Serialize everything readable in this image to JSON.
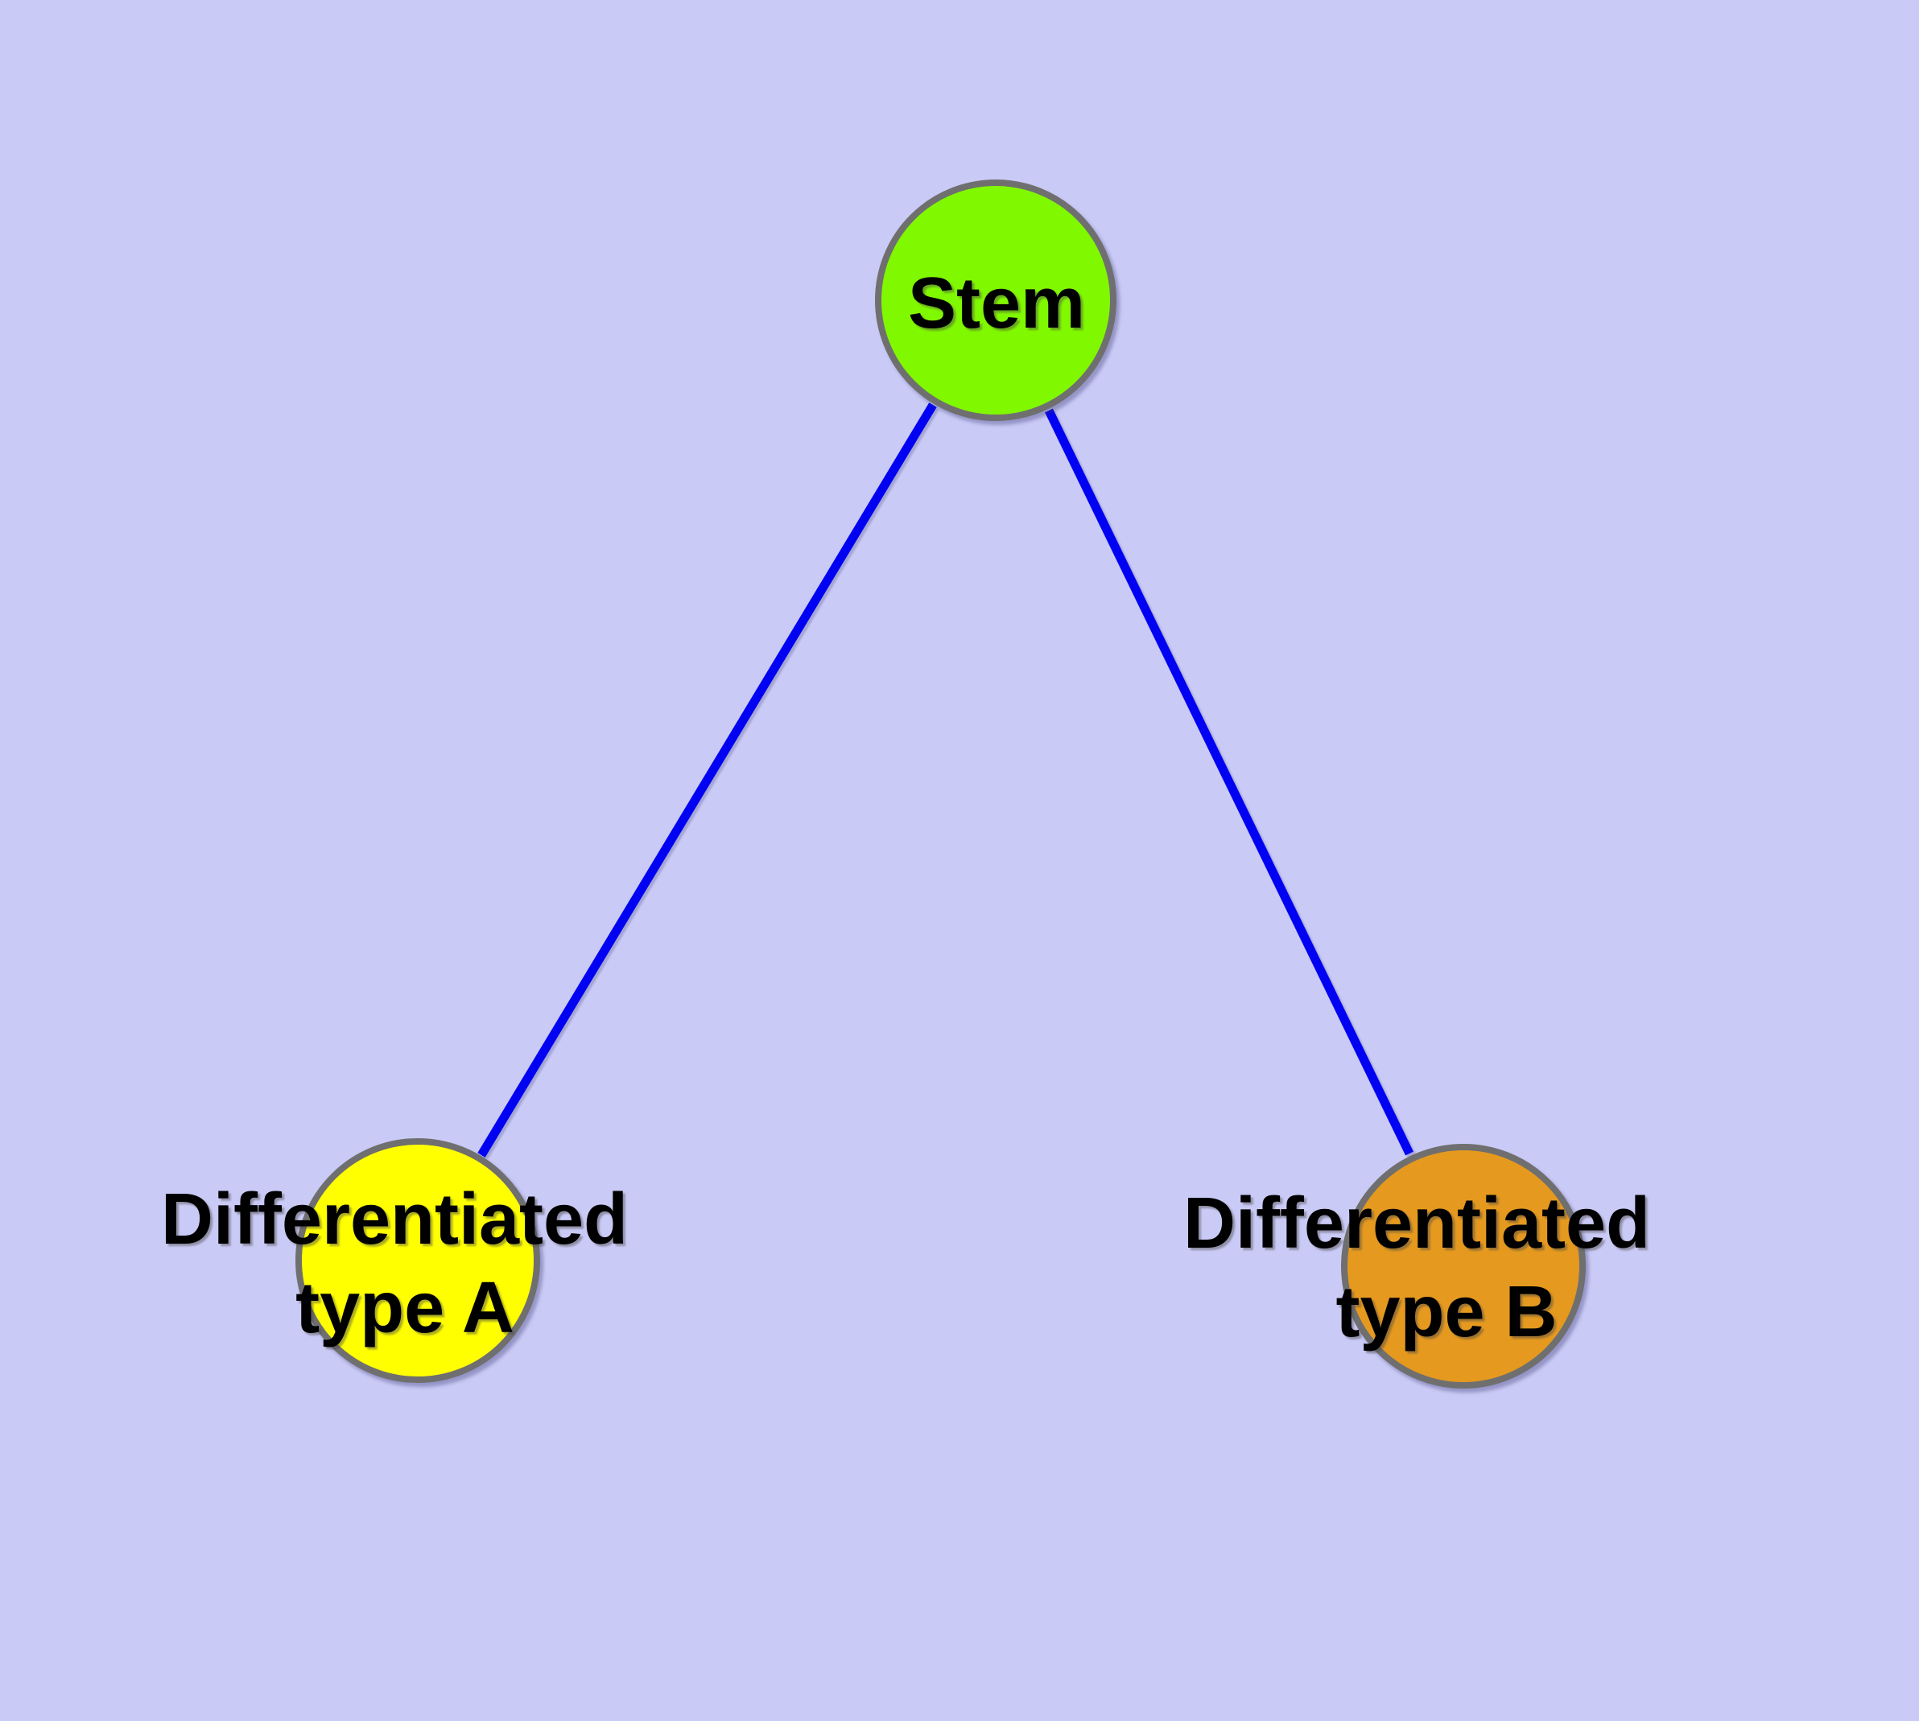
{
  "diagram": {
    "background_color": "#cacaf6",
    "edge_color": "#0202f2",
    "node_border_color": "#6f6f6f",
    "nodes": [
      {
        "id": "stem",
        "label": "Stem",
        "fill": "#80f800"
      },
      {
        "id": "differentiated-type-a",
        "label": "Differentiated type A",
        "label_line1": "Differentiated",
        "label_line2": "type A",
        "fill": "#ffff00"
      },
      {
        "id": "differentiated-type-b",
        "label": "Differentiated type B",
        "label_line1": "Differentiated",
        "label_line2": "type B",
        "fill": "#e5991f"
      }
    ],
    "edges": [
      {
        "from": "stem",
        "to": "differentiated-type-a"
      },
      {
        "from": "stem",
        "to": "differentiated-type-b"
      }
    ]
  }
}
